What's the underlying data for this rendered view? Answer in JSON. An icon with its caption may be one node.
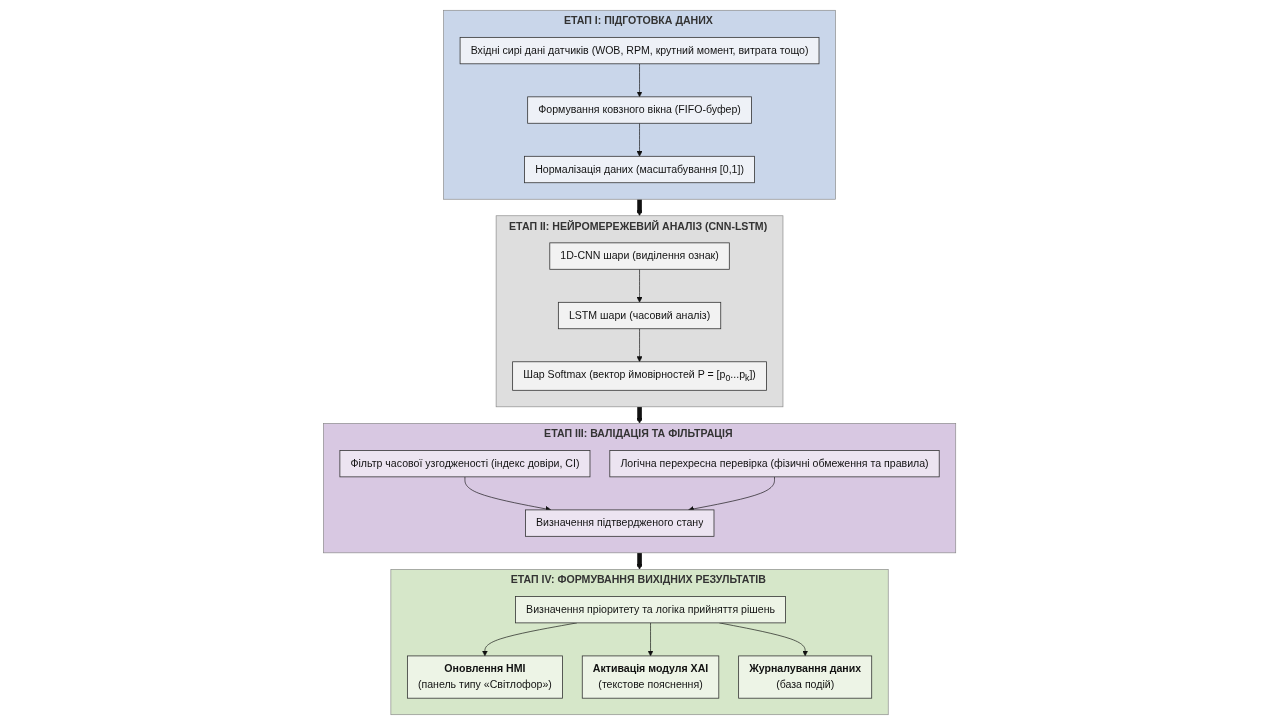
{
  "diagram": {
    "nodes": [
      {
        "text": [
          "ЕТАП I: ПІДГОТОВКА ДАНИХ"
        ]
      },
      {
        "text": [
          "Вхідні сирі дані датчиків (WOB, RPM, крутний момент, витрата тощо)"
        ],
        "in": 0
      },
      {
        "text": [
          "Формування ковзного вікна (FIFO-буфер)"
        ],
        "in": 0
      },
      {
        "text": [
          "Нормалізація даних (масштабування [0,1])"
        ],
        "in": 0
      },
      {
        "text": [
          "ЕТАП II: НЕЙРОМЕРЕЖЕВИЙ АНАЛІЗ (CNN-LSTM)"
        ]
      },
      {
        "text": [
          "1D-CNN шари (виділення ознак)"
        ],
        "in": 4
      },
      {
        "text": [
          "LSTM шари (часовий аналіз)"
        ],
        "in": 4
      },
      {
        "text": [
          "Шар Softmax (вектор ймовірностей P = [p$_{0}$...p$_{k}$])"
        ],
        "in": 4
      },
      {
        "text": [
          "ЕТАП III: ВАЛІДАЦІЯ ТА ФІЛЬТРАЦІЯ"
        ]
      },
      {
        "text": [
          "Фільтр часової узгодженості (індекс довіри, CI)"
        ],
        "in": 8
      },
      {
        "text": [
          "Логічна перехресна перевірка (фізичні обмеження та правила)"
        ],
        "in": 8
      },
      {
        "text": [
          "Визначення підтвердженого стану"
        ],
        "in": 8
      },
      {
        "text": [
          "ЕТАП IV: ФОРМУВАННЯ ВИХІДНИХ РЕЗУЛЬТАТІВ"
        ]
      },
      {
        "text": [
          "Визначення пріоритету та логіка прийняття рішень"
        ],
        "in": 12
      },
      {
        "text": [
          "Оновлення HMI",
          "(панель типу «Світлофор»)"
        ],
        "in": 12
      },
      {
        "text": [
          "Активація модуля XAI",
          "(текстове пояснення)"
        ],
        "in": 12
      },
      {
        "text": [
          "Журналування даних",
          "(база подій)"
        ],
        "in": 12
      }
    ],
    "edges": [
      {
        "from": 1,
        "to": 2,
        "arrow": "to"
      },
      {
        "from": 2,
        "to": 3,
        "arrow": "to"
      },
      {
        "from": 0,
        "to": 4,
        "arrow": "to",
        "style": "thick"
      },
      {
        "from": 5,
        "to": 6,
        "arrow": "to"
      },
      {
        "from": 6,
        "to": 7,
        "arrow": "to"
      },
      {
        "from": 4,
        "to": 8,
        "arrow": "to",
        "style": "thick"
      },
      {
        "from": 9,
        "to": 11,
        "arrow": "to"
      },
      {
        "from": 10,
        "to": 11,
        "arrow": "to"
      },
      {
        "from": 8,
        "to": 12,
        "arrow": "to",
        "style": "thick"
      },
      {
        "from": 13,
        "to": 14,
        "arrow": "to"
      },
      {
        "from": 13,
        "to": 15,
        "arrow": "to"
      },
      {
        "from": 13,
        "to": 16,
        "arrow": "to"
      }
    ]
  }
}
